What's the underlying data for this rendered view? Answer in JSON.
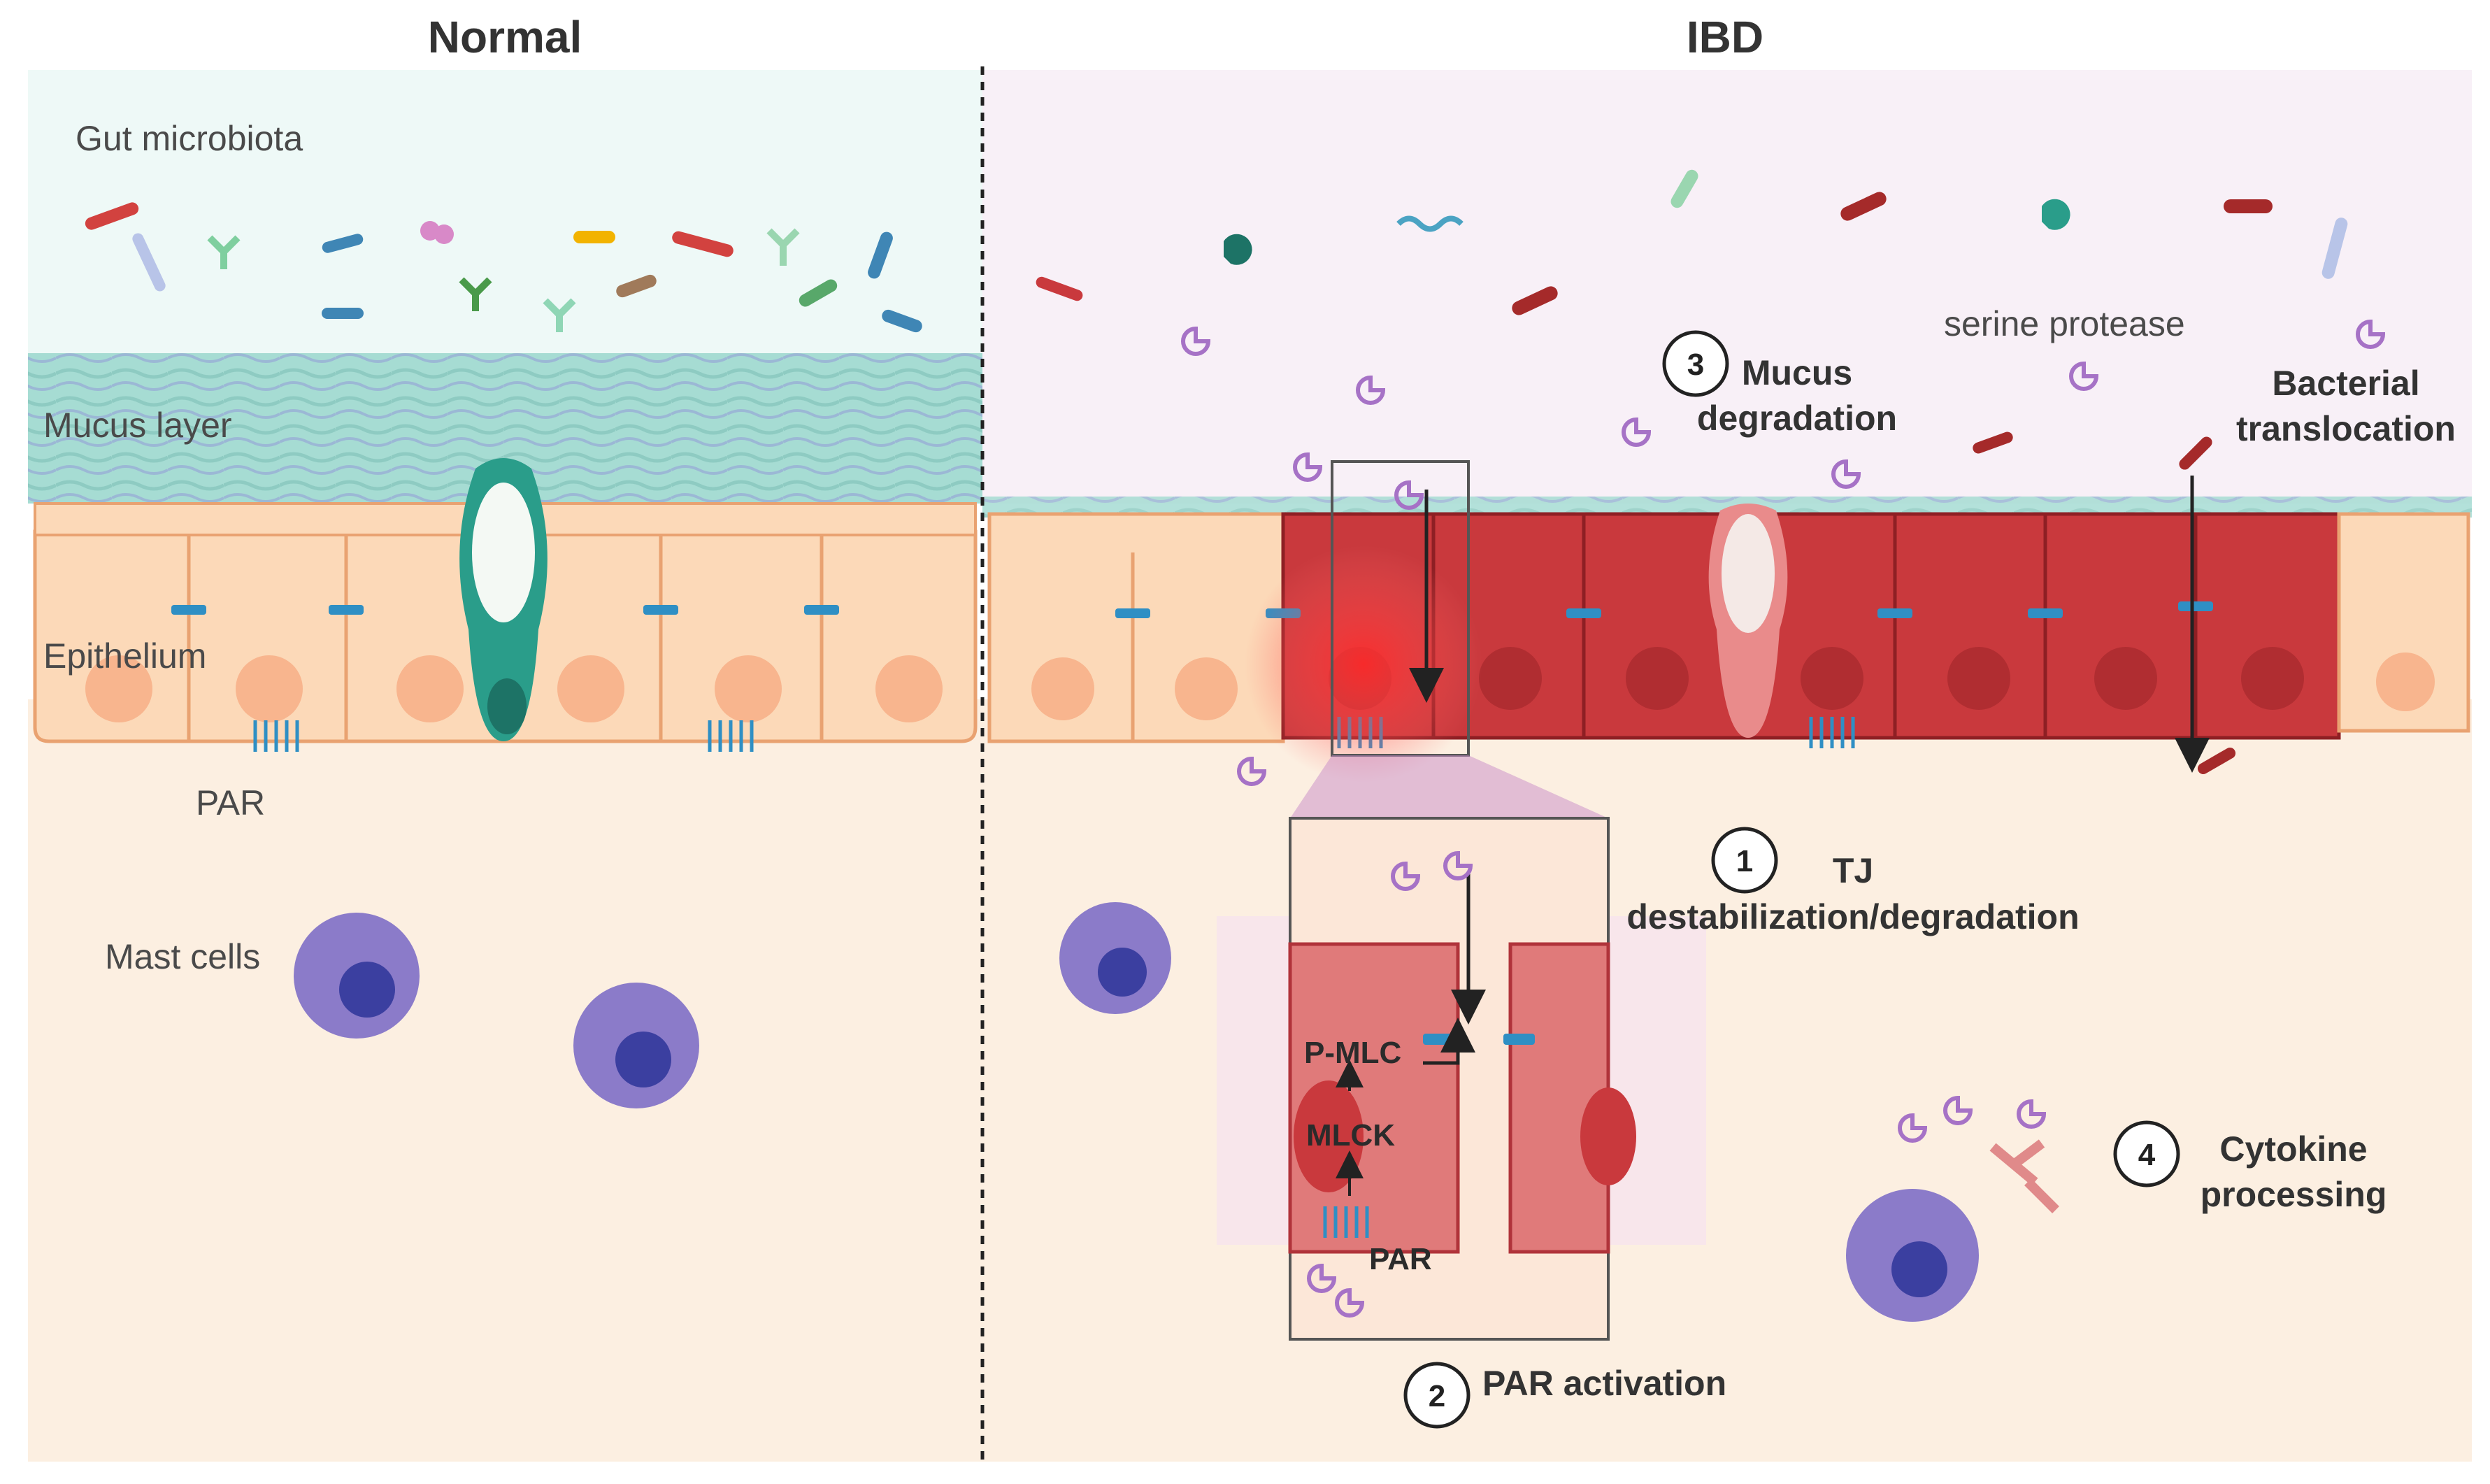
{
  "panels": {
    "normal_title": "Normal",
    "ibd_title": "IBD"
  },
  "labels": {
    "gut_microbiota": "Gut microbiota",
    "mucus_layer": "Mucus layer",
    "epithelium": "Epithelium",
    "par": "PAR",
    "mast_cells": "Mast cells",
    "serine_protease": "serine protease",
    "bacterial_translocation_1": "Bacterial",
    "bacterial_translocation_2": "translocation",
    "inset_p_mlc": "P-MLC",
    "inset_mlck": "MLCK",
    "inset_par": "PAR"
  },
  "steps": [
    {
      "number": "1",
      "line1": "TJ",
      "line2": "destabilization/degradation"
    },
    {
      "number": "2",
      "line1": "PAR activation",
      "line2": ""
    },
    {
      "number": "3",
      "line1": "Mucus",
      "line2": "degradation"
    },
    {
      "number": "4",
      "line1": "Cytokine",
      "line2": "processing"
    }
  ],
  "colors": {
    "lumen_normal": "#eef9f7",
    "lumen_ibd": "#f8f0f7",
    "tissue": "#fcefe1",
    "mucus": "#a6dcd3",
    "epithelial_cell": "#fcd9b8",
    "epithelial_border": "#e9a271",
    "inflamed_cell": "#c9393d",
    "inflamed_border": "#8e1f24",
    "goblet_cell": "#2a9d8a",
    "tight_junction": "#2f8fc4",
    "mast_cell": "#8b7bc9",
    "mast_nucleus": "#3b3fa0",
    "protease": "#a672c6"
  }
}
